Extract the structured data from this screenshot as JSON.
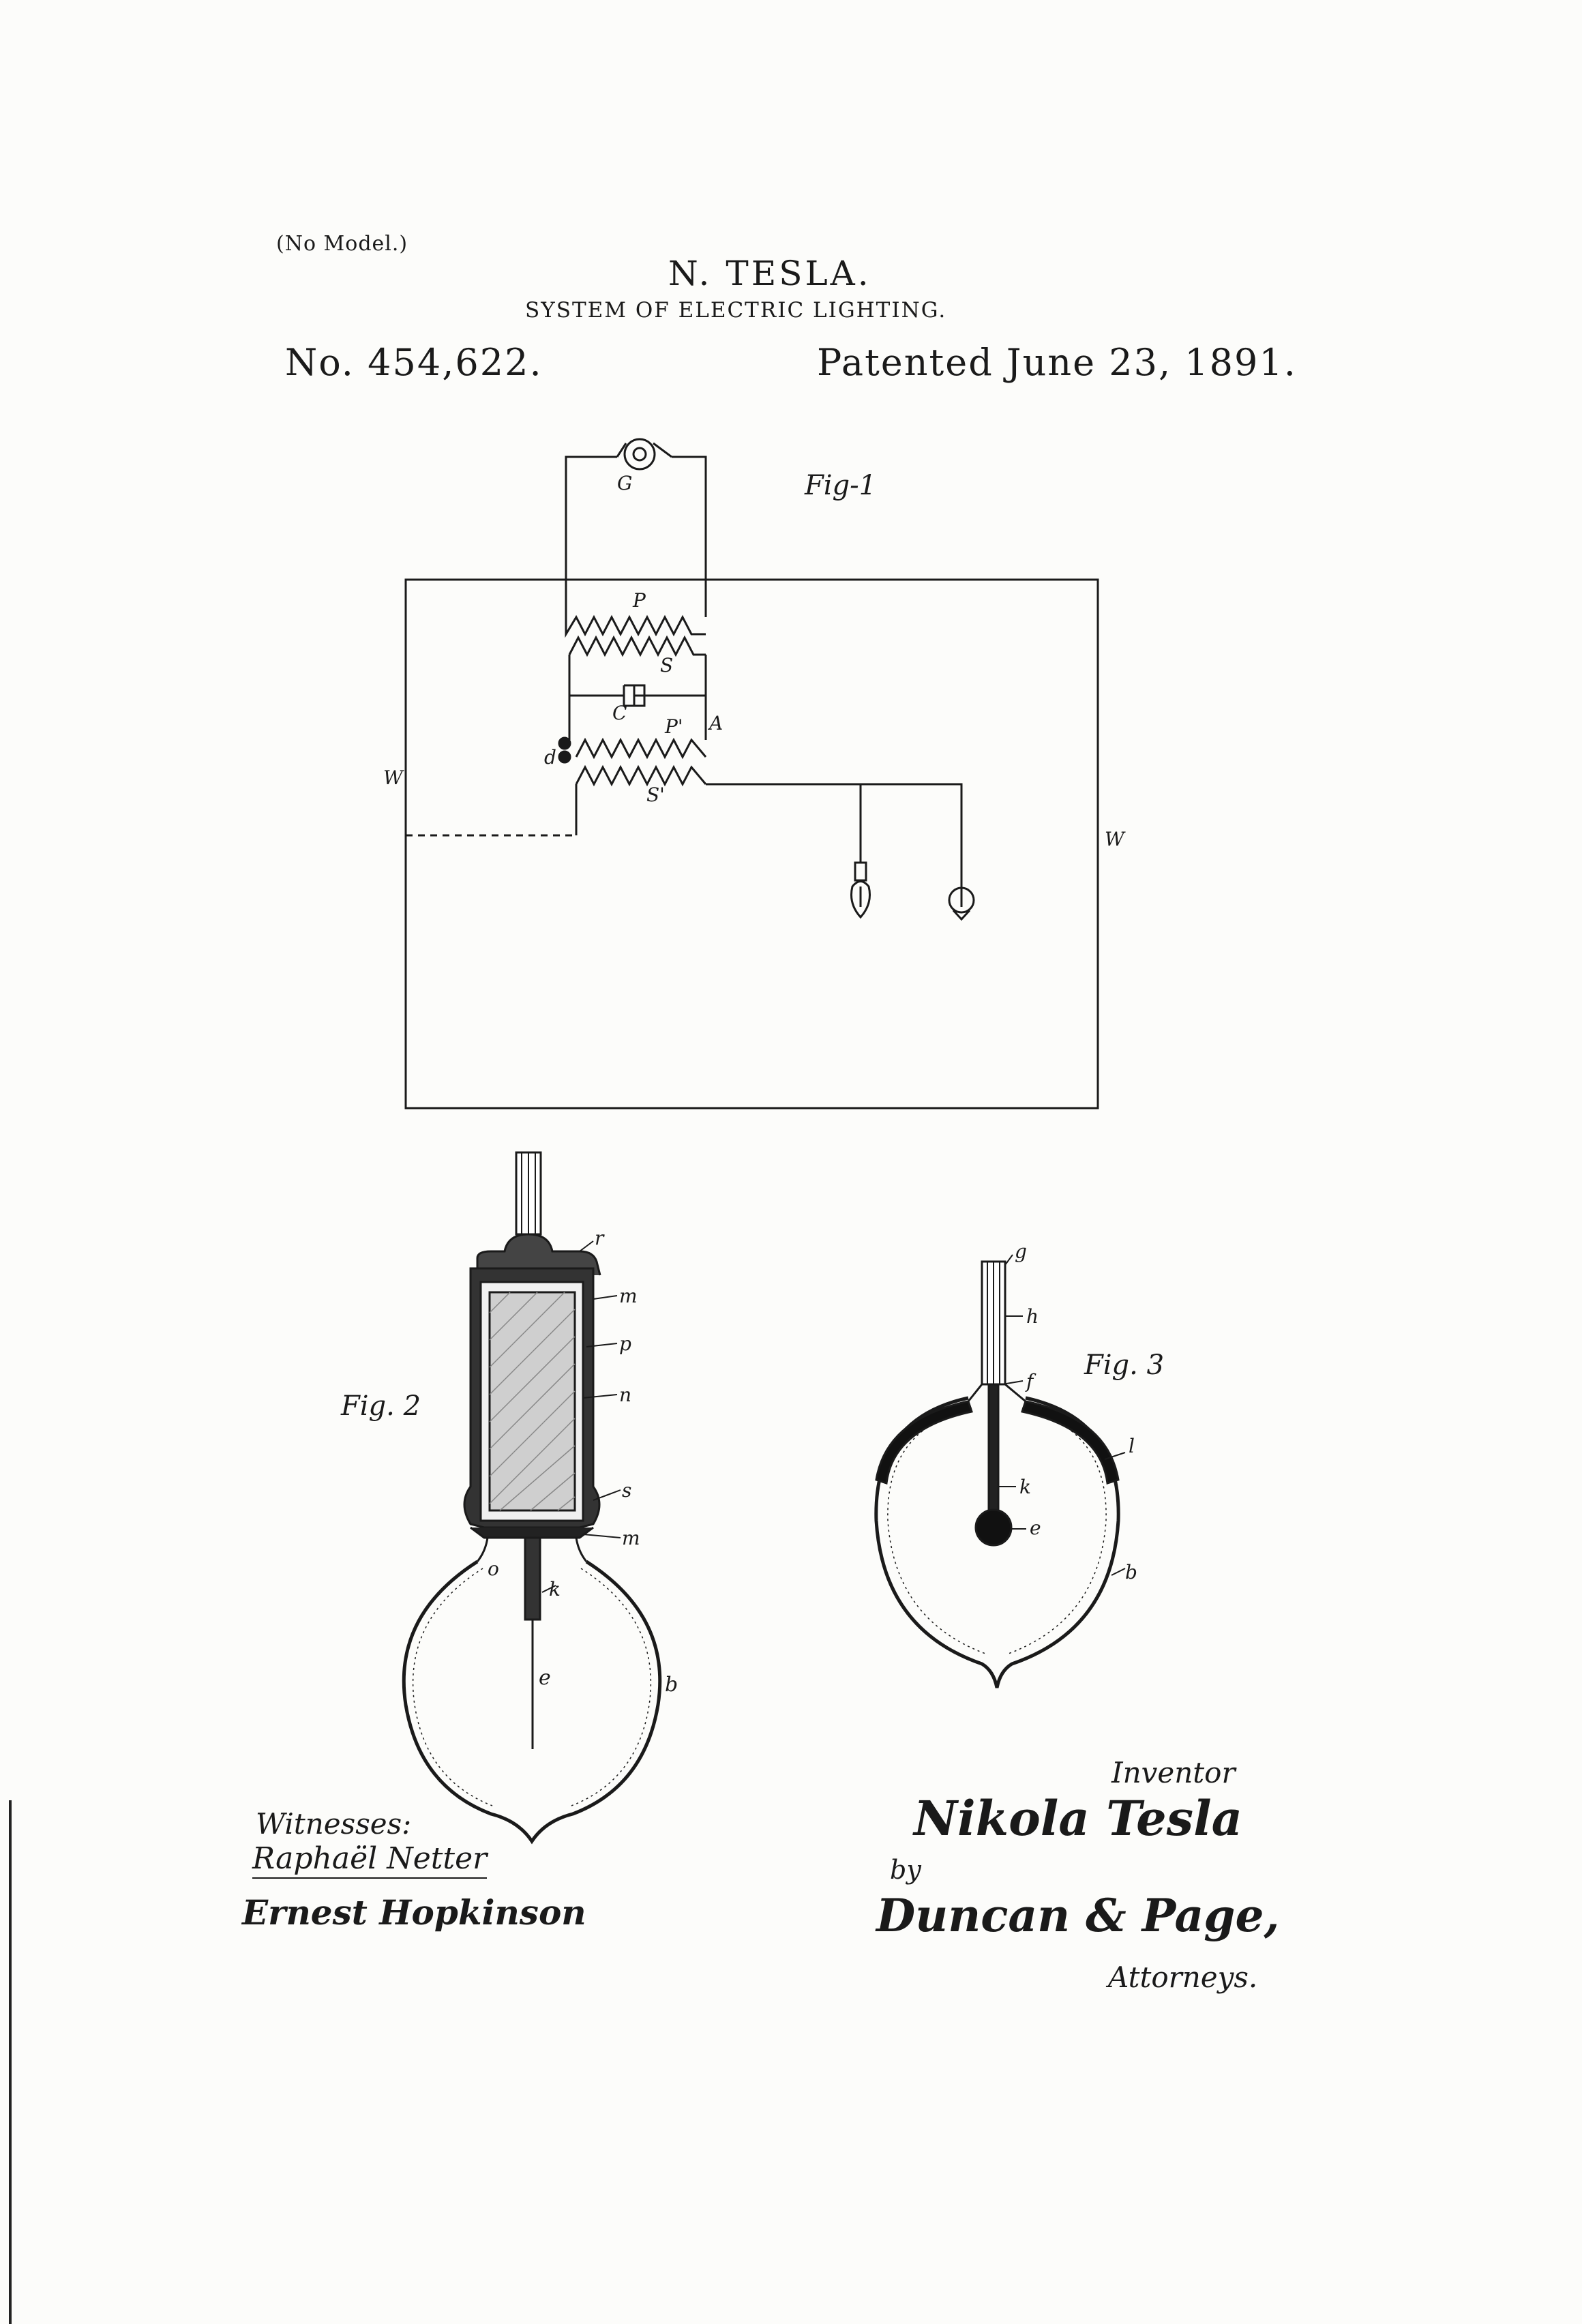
{
  "header": {
    "model_note": "(No Model.)",
    "inventor_name": "N. TESLA.",
    "title": "SYSTEM OF ELECTRIC LIGHTING.",
    "patent_number": "No. 454,622.",
    "patent_date": "Patented June 23, 1891."
  },
  "figures": {
    "fig1": {
      "label": "Fig-1",
      "letters": {
        "G": "G",
        "P": "P",
        "S": "S",
        "C": "C",
        "Pp": "P'",
        "A": "A",
        "d": "d",
        "Sp": "S'",
        "W_left": "W",
        "W_right": "W"
      }
    },
    "fig2": {
      "label": "Fig. 2",
      "letters": {
        "r": "r",
        "m_top": "m",
        "p": "p",
        "n": "n",
        "s": "s",
        "m_bottom": "m",
        "o": "o",
        "k": "k",
        "e": "e",
        "b": "b"
      }
    },
    "fig3": {
      "label": "Fig. 3",
      "letters": {
        "g": "g",
        "h": "h",
        "f": "f",
        "l": "l",
        "k": "k",
        "e": "e",
        "b": "b"
      }
    }
  },
  "signatures": {
    "witnesses_label": "Witnesses:",
    "witness_1": "Raphaël Netter",
    "witness_2": "Ernest Hopkinson",
    "inventor_label": "Inventor",
    "inventor_signature": "Nikola Tesla",
    "by_label": "by",
    "attorneys_signature": "Duncan & Page,",
    "attorneys_label": "Attorneys."
  }
}
